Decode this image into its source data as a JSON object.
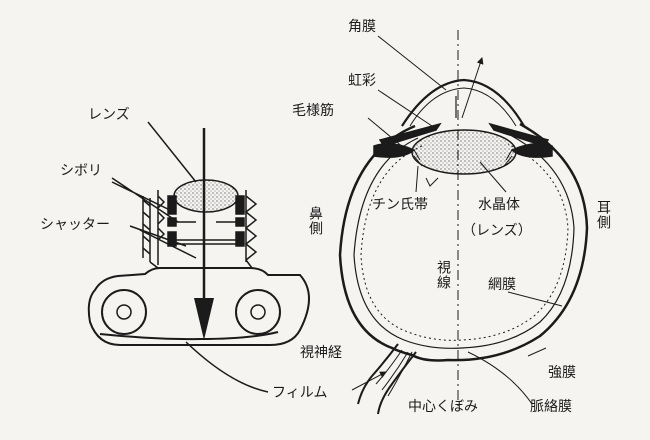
{
  "camera": {
    "labels": {
      "lens": "レンズ",
      "diaphragm": "シボリ",
      "shutter": "シャッター",
      "film": "フィルム"
    }
  },
  "eye": {
    "labels": {
      "cornea": "角膜",
      "iris": "虹彩",
      "ciliary_muscle": "毛様筋",
      "zonule": "チン氏帯",
      "crystalline_lens": "水晶体",
      "crystalline_lens_sub": "（レンズ）",
      "nasal_side": "鼻側",
      "temporal_side": "耳側",
      "visual_axis": "視線",
      "retina": "網膜",
      "optic_nerve": "視神経",
      "sclera": "強膜",
      "fovea": "中心くぼみ",
      "choroid": "脈絡膜"
    }
  },
  "colors": {
    "ink": "#1b1b1b",
    "paper": "#f5f4f1"
  }
}
